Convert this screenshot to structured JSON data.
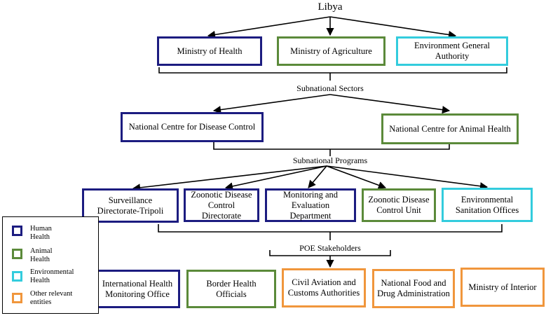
{
  "colors": {
    "human": "#1c1c80",
    "animal": "#5b8a3a",
    "environmental": "#33ccdd",
    "other": "#f0963c"
  },
  "title": "Libya",
  "labels": {
    "subnational_sectors": "Subnational Sectors",
    "subnational_programs": "Subnational Programs",
    "poe_stakeholders": "POE Stakeholders"
  },
  "ministries": [
    {
      "label": "Ministry of Health",
      "category": "human"
    },
    {
      "label": "Ministry of Agriculture",
      "category": "animal"
    },
    {
      "label": "Environment General Authority",
      "category": "environmental"
    }
  ],
  "centres": [
    {
      "label": "National Centre for Disease Control",
      "category": "human"
    },
    {
      "label": "National Centre for Animal Health",
      "category": "animal"
    }
  ],
  "programs": [
    {
      "label": "Surveillance Directorate-Tripoli",
      "category": "human"
    },
    {
      "label": "Zoonotic Disease Control Directorate",
      "category": "human"
    },
    {
      "label": "Monitoring and Evaluation Department",
      "category": "human"
    },
    {
      "label": "Zoonotic Disease Control Unit",
      "category": "animal"
    },
    {
      "label": "Environmental Sanitation Offices",
      "category": "environmental"
    }
  ],
  "stakeholders": [
    {
      "label": "International Health Monitoring Office",
      "category": "human"
    },
    {
      "label": "Border Health Officials",
      "category": "animal"
    },
    {
      "label": "Civil Aviation and Customs Authorities",
      "category": "other"
    },
    {
      "label": "National Food and Drug Administration",
      "category": "other"
    },
    {
      "label": "Ministry of Interior",
      "category": "other"
    }
  ],
  "legend": [
    {
      "label": "Human Health",
      "category": "human"
    },
    {
      "label": "Animal Health",
      "category": "animal"
    },
    {
      "label": "Environmental Health",
      "category": "environmental"
    },
    {
      "label": "Other relevant entities",
      "category": "other"
    }
  ]
}
